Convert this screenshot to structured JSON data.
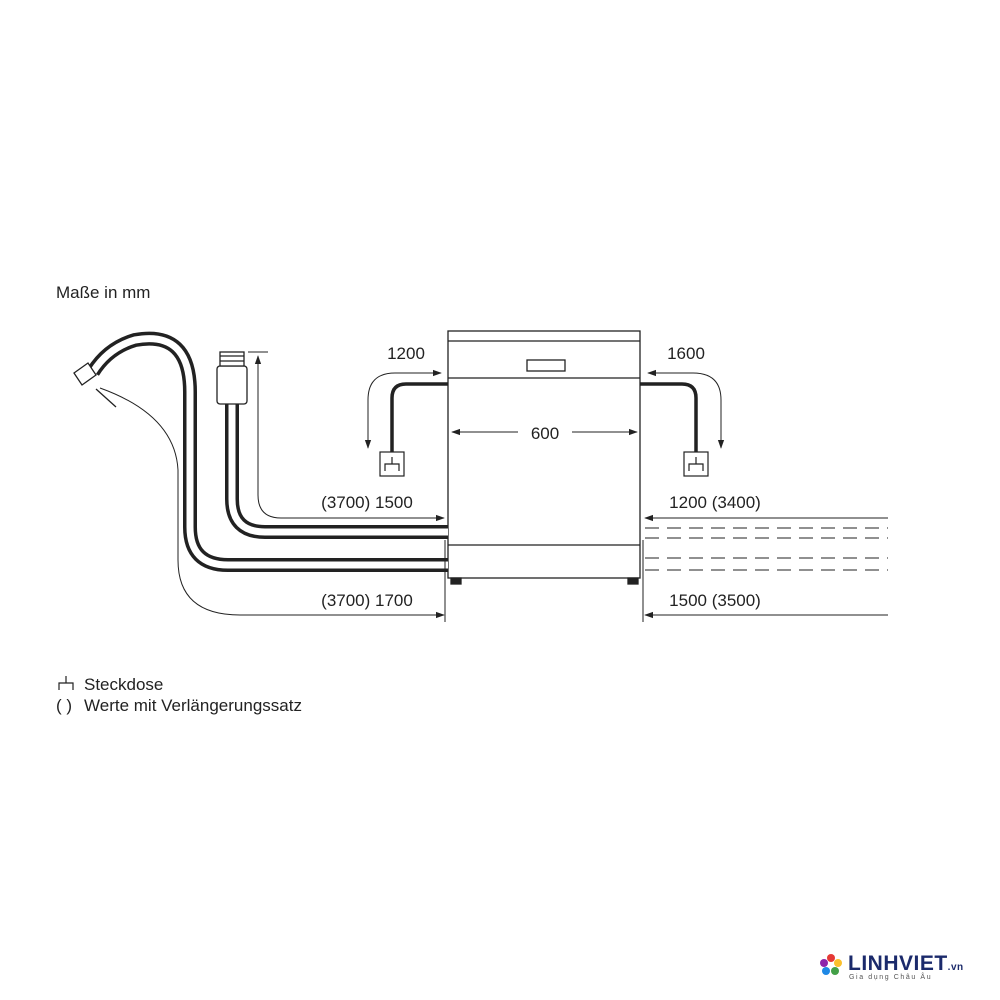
{
  "diagram": {
    "title": "Maße in mm",
    "dims": {
      "left_outlet": "1200",
      "right_outlet": "1600",
      "width": "600",
      "left_upper_hose": "(3700) 1500",
      "left_lower_hose": "(3700) 1700",
      "right_upper_hose": "1200 (3400)",
      "right_lower_hose": "1500 (3500)"
    },
    "legend": {
      "socket_label": "Steckdose",
      "paren_symbol": "( )",
      "paren_label": "Werte mit Verlängerungssatz"
    },
    "colors": {
      "line": "#222222",
      "brand": "#1b2a6b"
    }
  },
  "brand": {
    "name": "LINHVIET",
    "tld": ".vn",
    "tagline": "Gia dụng Châu Âu"
  }
}
